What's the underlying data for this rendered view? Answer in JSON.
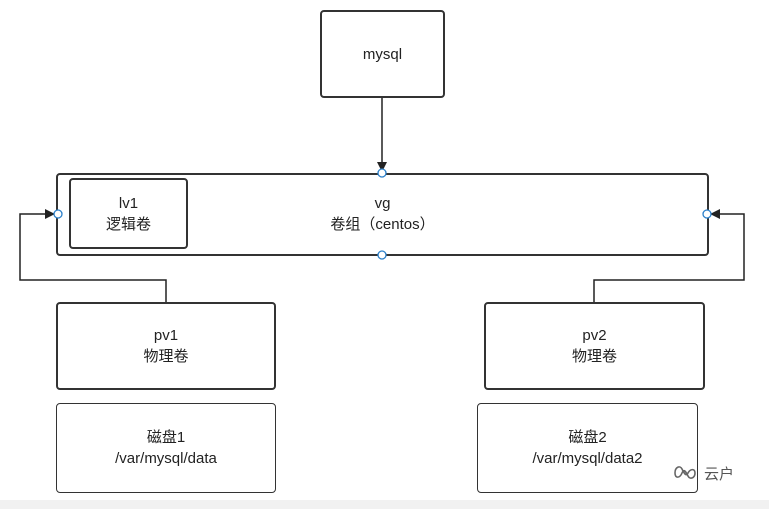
{
  "nodes": {
    "mysql": {
      "label": "mysql"
    },
    "vg": {
      "line1": "vg",
      "line2": "卷组（centos）"
    },
    "lv1": {
      "line1": "lv1",
      "line2": "逻辑卷"
    },
    "pv1": {
      "line1": "pv1",
      "line2": "物理卷"
    },
    "pv2": {
      "line1": "pv2",
      "line2": "物理卷"
    },
    "disk1": {
      "line1": "磁盘1",
      "line2": "/var/mysql/data"
    },
    "disk2": {
      "line1": "磁盘2",
      "line2": "/var/mysql/data2"
    }
  },
  "edges": [
    {
      "from": "mysql",
      "to": "vg"
    },
    {
      "from": "pv1",
      "to": "vg"
    },
    {
      "from": "pv2",
      "to": "vg"
    }
  ],
  "watermark": {
    "text": "云户",
    "icon": "wechat-channel-icon"
  },
  "colors": {
    "stroke": "#333333",
    "connector": "#2a7fc9",
    "background": "#ffffff"
  }
}
